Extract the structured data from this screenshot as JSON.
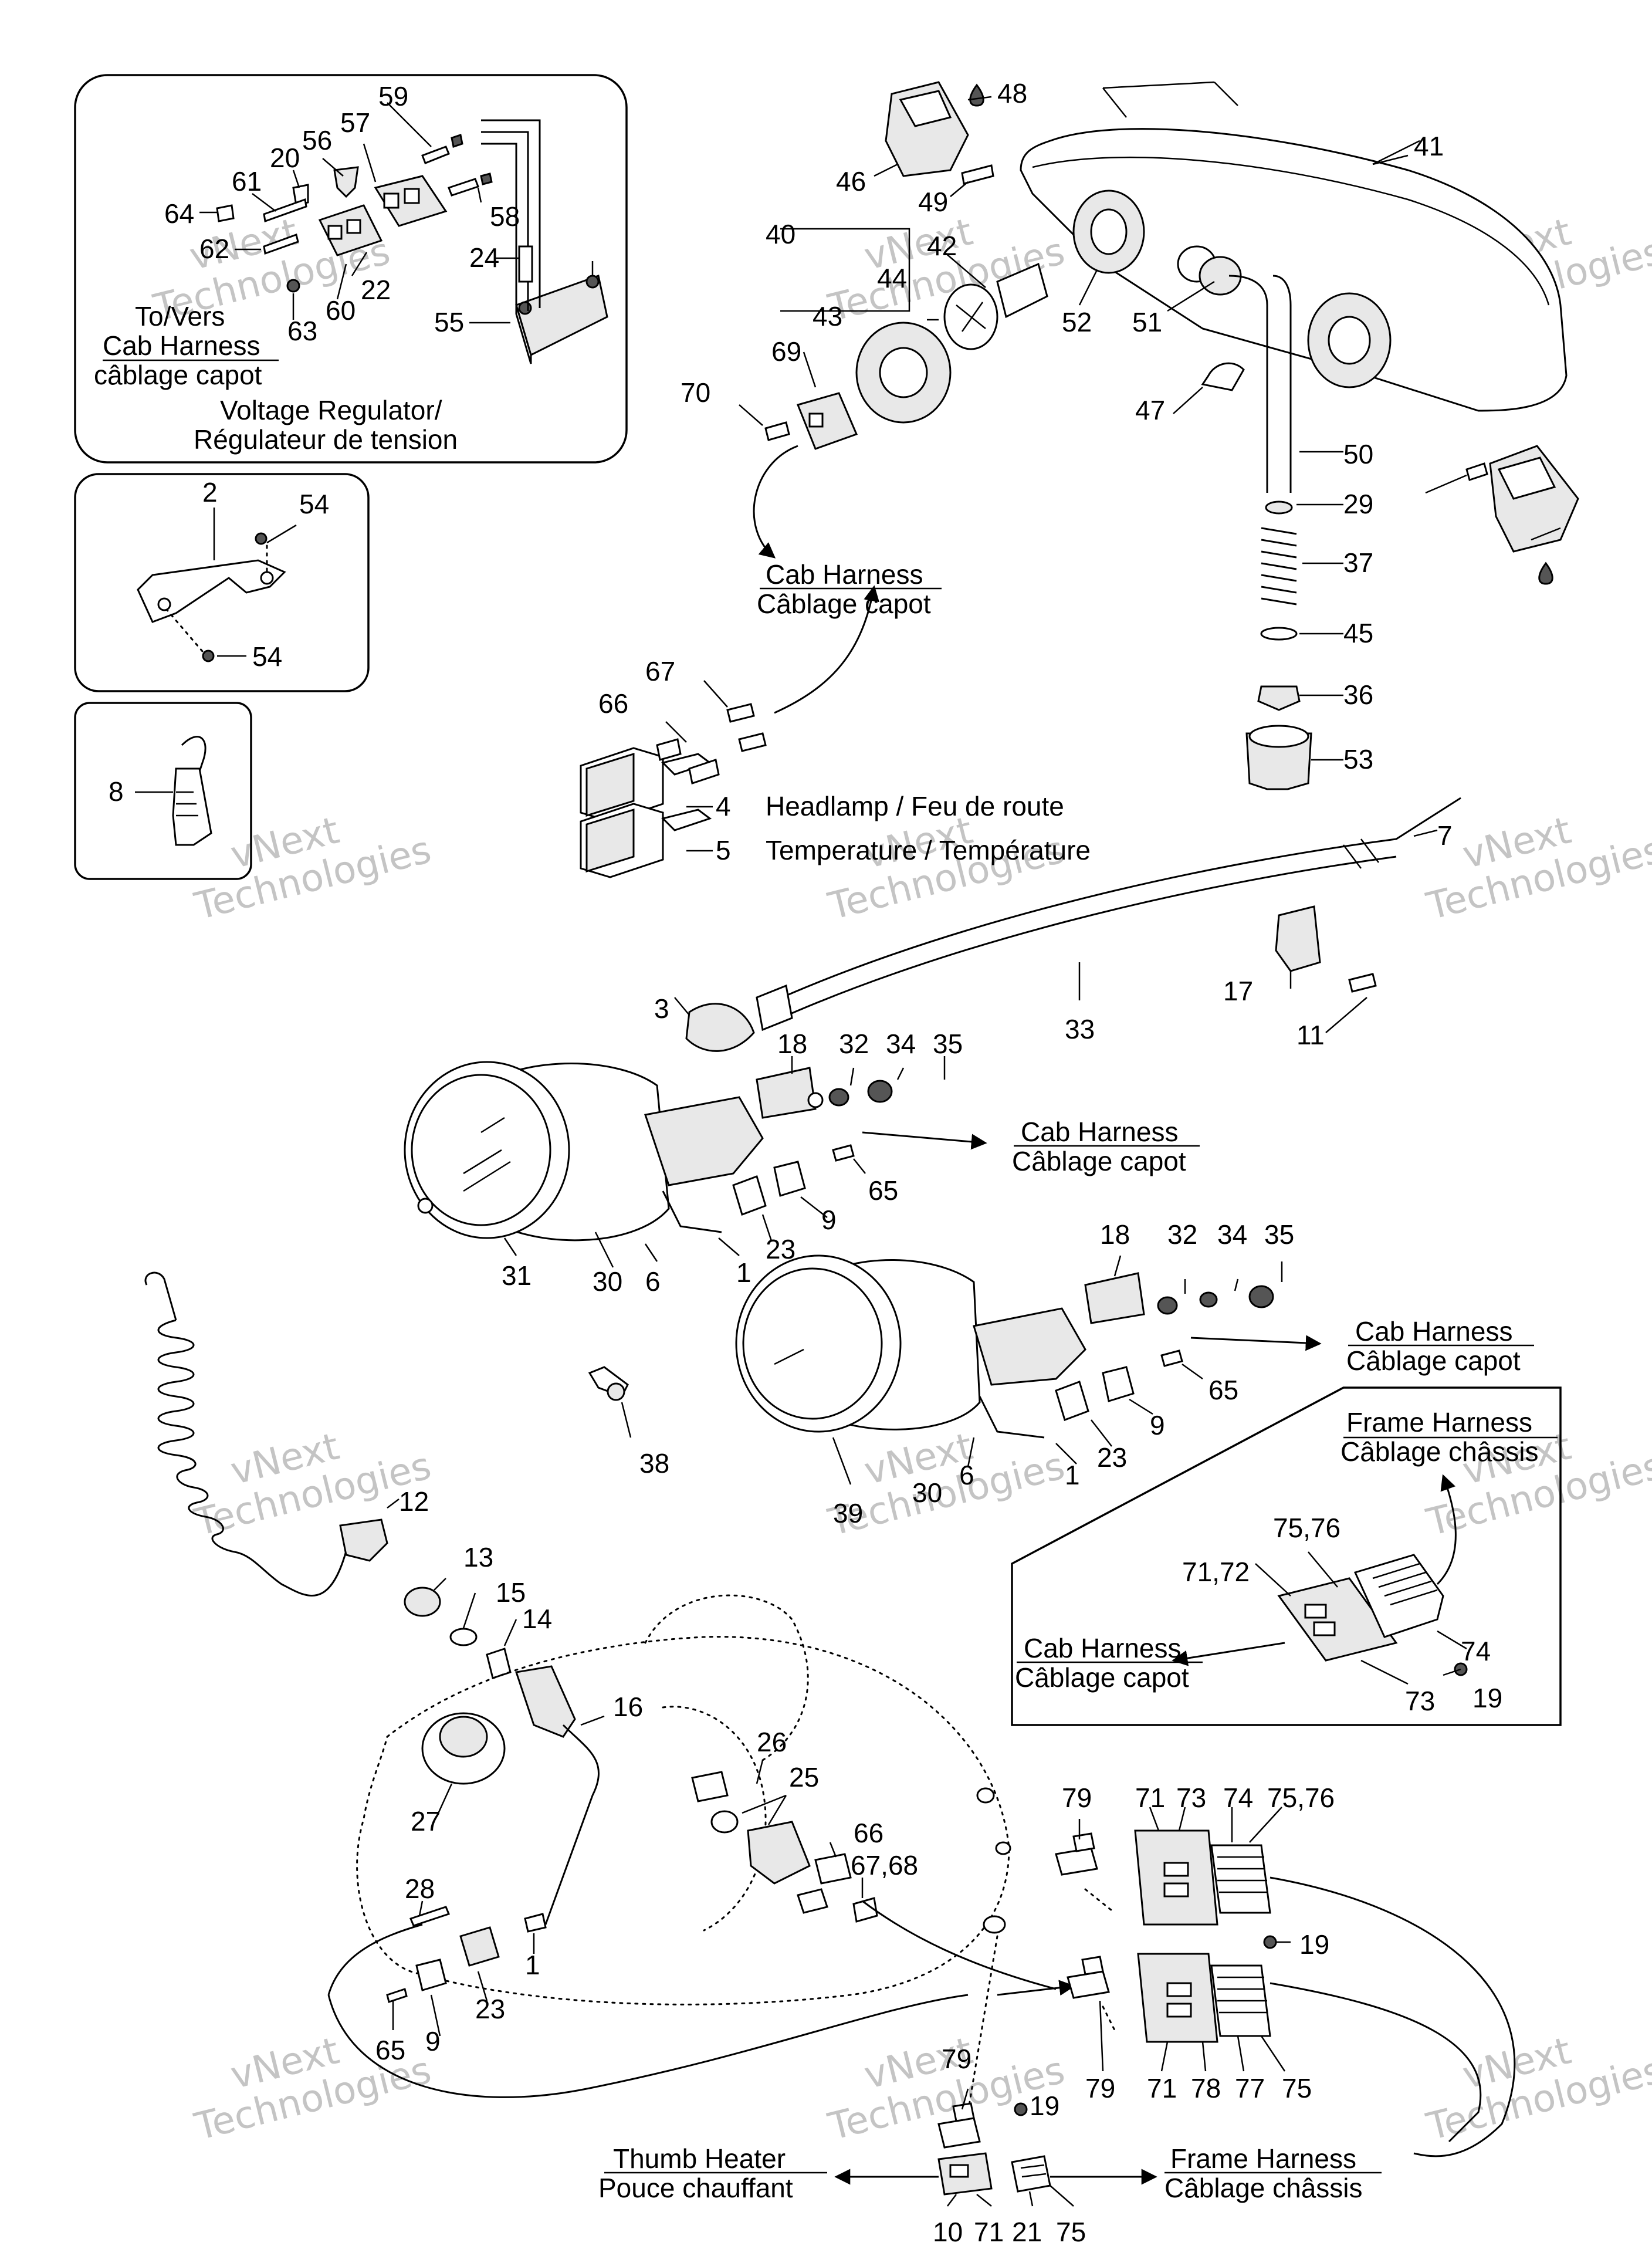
{
  "diagram": {
    "captions": {
      "to_vers": "To/Vers",
      "cab_harness": "Cab Harness",
      "cablage_capot_lower": "câblage capot",
      "voltage_regulator": "Voltage Regulator/",
      "regulateur": "Régulateur de tension",
      "cab_harness_2": "Cab Harness",
      "cablage_capot_2": "Câblage capot",
      "headlamp": "Headlamp / Feu de route",
      "temperature": "Temperature / Température",
      "cab_harness_3": "Cab Harness",
      "cablage_capot_3": "Câblage capot",
      "cab_harness_4": "Cab Harness",
      "cablage_capot_4": "Câblage capot",
      "frame_harness": "Frame Harness",
      "cablage_chassis": "Câblage châssis",
      "cab_harness_5": "Cab Harness",
      "cablage_capot_5": "Câblage capot",
      "thumb_heater": "Thumb Heater",
      "pouce_chauffant": "Pouce chauffant",
      "frame_harness_2": "Frame Harness",
      "cablage_chassis_2": "Câblage châssis"
    },
    "watermark": {
      "line1": "vNext",
      "line2": "Technologies"
    },
    "part_numbers": [
      "59",
      "57",
      "56",
      "20",
      "61",
      "64",
      "62",
      "24",
      "58",
      "22",
      "60",
      "63",
      "55",
      "48",
      "46",
      "49",
      "41",
      "40",
      "42",
      "44",
      "43",
      "52",
      "51",
      "69",
      "70",
      "47",
      "50",
      "29",
      "37",
      "45",
      "36",
      "53",
      "2",
      "54",
      "54",
      "8",
      "67",
      "66",
      "4",
      "5",
      "7",
      "17",
      "11",
      "33",
      "3",
      "18",
      "32",
      "34",
      "35",
      "65",
      "9",
      "23",
      "1",
      "31",
      "30",
      "6",
      "18",
      "32",
      "34",
      "35",
      "65",
      "9",
      "23",
      "1",
      "38",
      "39",
      "30",
      "6",
      "12",
      "13",
      "15",
      "14",
      "16",
      "26",
      "25",
      "66",
      "67,68",
      "27",
      "28",
      "65",
      "9",
      "23",
      "1",
      "75,76",
      "71,72",
      "74",
      "73",
      "19",
      "79",
      "71",
      "73",
      "74",
      "75,76",
      "19",
      "79",
      "71",
      "78",
      "77",
      "75",
      "79",
      "19",
      "10",
      "71",
      "21",
      "75"
    ]
  }
}
